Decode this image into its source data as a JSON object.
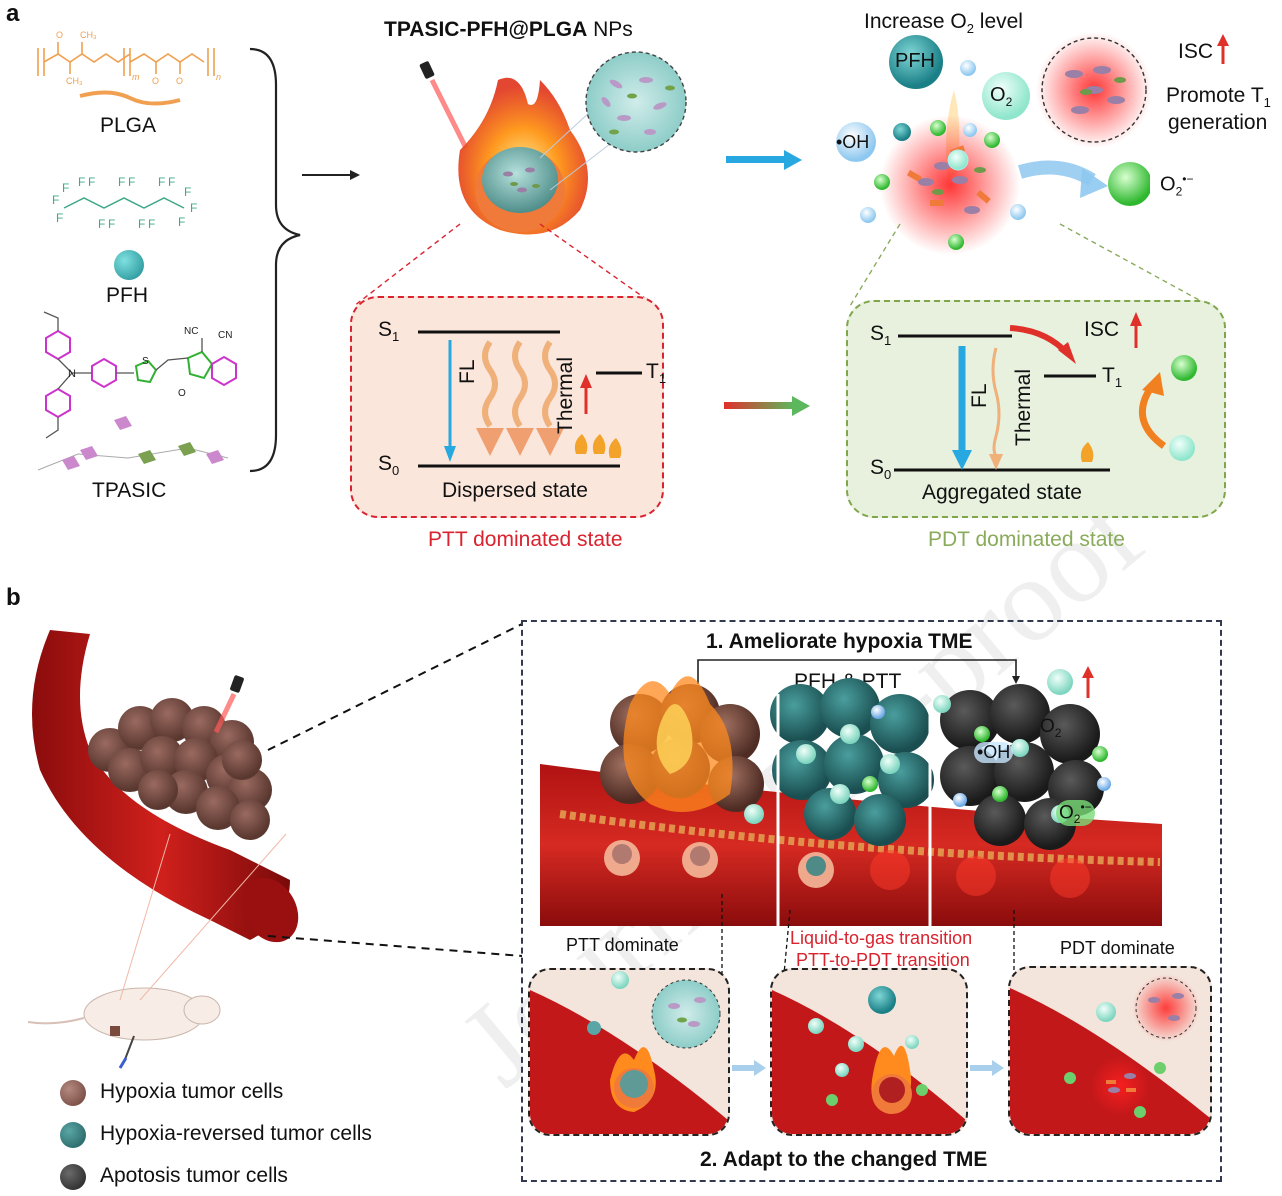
{
  "panel_a": {
    "letter": "a",
    "plga_label": "PLGA",
    "pfh_label": "PFH",
    "tpasic_label": "TPASIC",
    "np_title_bold": "TPASIC-PFH@PLGA",
    "np_title_rest": " NPs",
    "increase_o2_prefix": "Increase O",
    "increase_o2_sub": "2",
    "increase_o2_suffix": " level",
    "pfh_bubble": "PFH",
    "o2_bubble": "O",
    "o2_bubble_sub": "2",
    "oh_bubble": "•OH",
    "superoxide": "O",
    "superoxide_sub": "2",
    "superoxide_sup": "•−",
    "isc_top": "ISC",
    "promote_line1_prefix": "Promote T",
    "promote_line1_sub": "1",
    "promote_line2": "generation",
    "left_diagram": {
      "s1": "S",
      "s1_sub": "1",
      "s0": "S",
      "s0_sub": "0",
      "t1": "T",
      "t1_sub": "1",
      "fl": "FL",
      "thermal": "Thermal",
      "state": "Dispersed state",
      "caption": "PTT dominated state"
    },
    "right_diagram": {
      "s1": "S",
      "s1_sub": "1",
      "s0": "S",
      "s0_sub": "0",
      "t1": "T",
      "t1_sub": "1",
      "fl": "FL",
      "thermal": "Thermal",
      "isc": "ISC",
      "state": "Aggregated state",
      "caption": "PDT dominated state"
    }
  },
  "panel_b": {
    "letter": "b",
    "step1": "1. Ameliorate hypoxia TME",
    "pfh_ptt": "PFH & PTT",
    "o2": "O",
    "o2_sub": "2",
    "oh": "•OH",
    "superoxide": "O",
    "superoxide_sub": "2",
    "superoxide_sup": "•−",
    "ptt_dominate": "PTT dominate",
    "pdt_dominate": "PDT dominate",
    "transition1": "Liquid-to-gas transition",
    "transition2": "PTT-to-PDT transition",
    "step2": "2. Adapt to the changed TME",
    "legend": [
      {
        "label": "Hypoxia tumor cells",
        "color": "#7a4a3c"
      },
      {
        "label": "Hypoxia-reversed tumor cells",
        "color": "#2f6e6e"
      },
      {
        "label": "Apotosis tumor cells",
        "color": "#333333"
      }
    ]
  },
  "watermark": "Journal Pre-proof",
  "colors": {
    "accent_red": "#d9232e",
    "accent_green": "#8aab5c",
    "arrow_blue": "#27a8e0",
    "plga_orange": "#f0a050",
    "pfh_teal": "#3fa98a",
    "tpasic_magenta": "#cc33cc"
  }
}
